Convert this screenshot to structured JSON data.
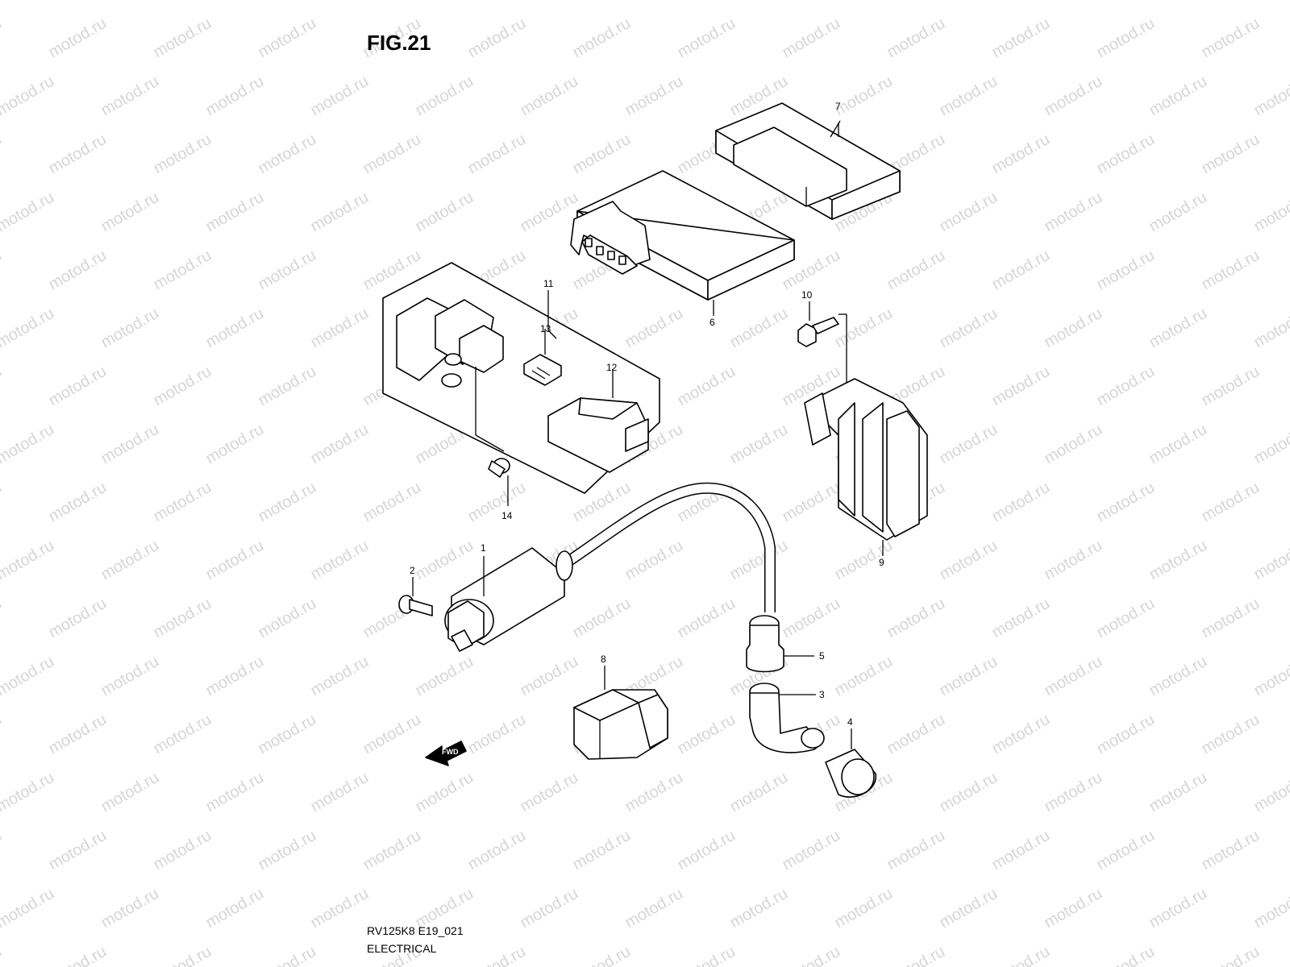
{
  "figure": {
    "title": "FIG.21",
    "watermark": "motod.ru",
    "footer_code": "RV125K8 E19_021",
    "footer_section": "ELECTRICAL",
    "fwd_label": "FWD"
  },
  "callouts": [
    {
      "id": "c1",
      "label": "1"
    },
    {
      "id": "c2",
      "label": "2"
    },
    {
      "id": "c3",
      "label": "3"
    },
    {
      "id": "c4",
      "label": "4"
    },
    {
      "id": "c5",
      "label": "5"
    },
    {
      "id": "c6",
      "label": "6"
    },
    {
      "id": "c7",
      "label": "7"
    },
    {
      "id": "c8",
      "label": "8"
    },
    {
      "id": "c9",
      "label": "9"
    },
    {
      "id": "c10",
      "label": "10"
    },
    {
      "id": "c11",
      "label": "11"
    },
    {
      "id": "c12",
      "label": "12"
    },
    {
      "id": "c13",
      "label": "13"
    },
    {
      "id": "c14",
      "label": "14"
    }
  ]
}
